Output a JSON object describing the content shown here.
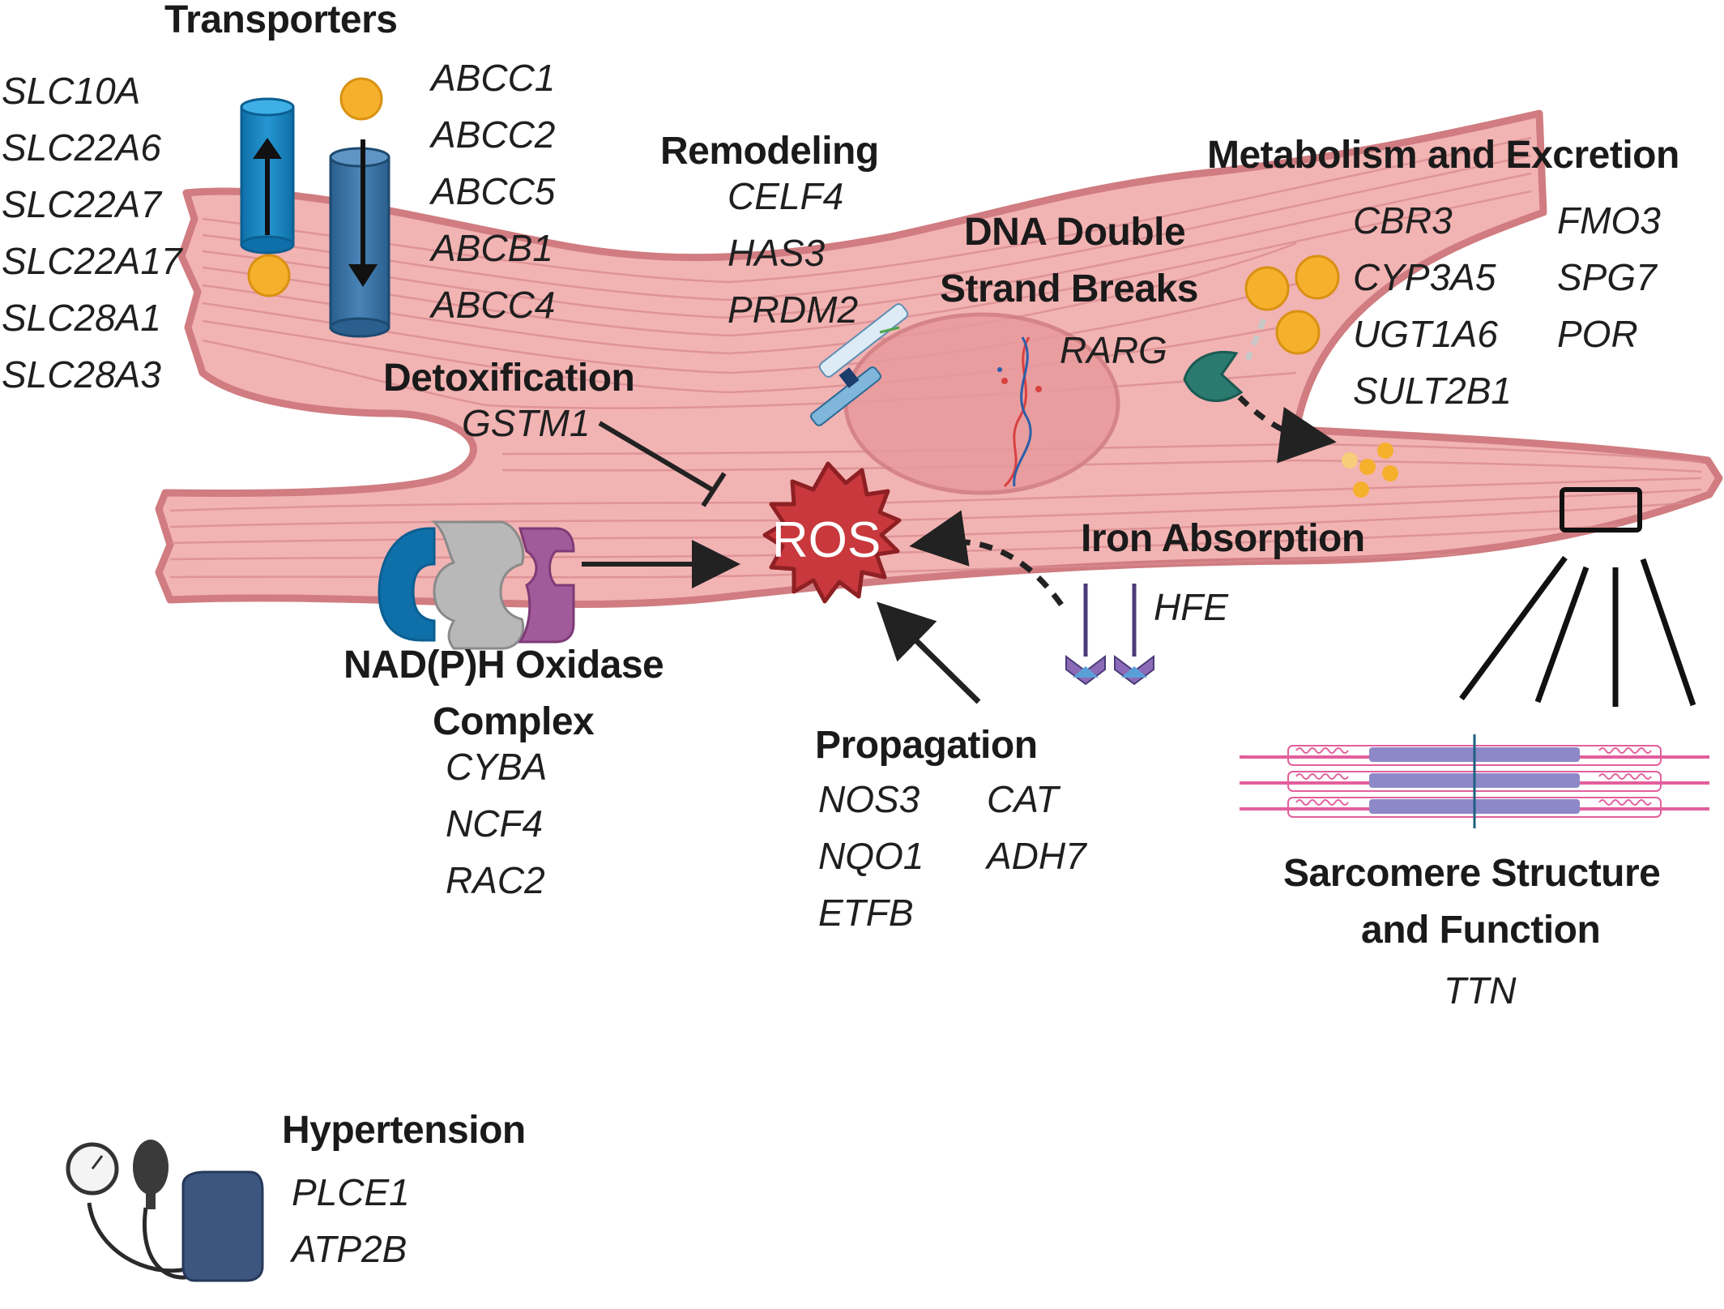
{
  "colors": {
    "cell_fill": "#f2b3b3",
    "cell_stroke": "#d07c80",
    "ros_fill": "#c8383c",
    "ros_stroke": "#8e2024",
    "ball": "#f5b02c",
    "arrow": "#222222"
  },
  "icons": {
    "transporters": "membrane-transporter-icon",
    "oxidase": "nadph-oxidase-complex-icon",
    "hfe": "hfe-receptor-icon",
    "sarcomere": "sarcomere-icon",
    "bp": "blood-pressure-cuff-icon"
  },
  "center": {
    "ros": "ROS"
  },
  "groups": {
    "transporters": {
      "title": "Transporters",
      "genes_left": [
        "SLC10A",
        "SLC22A6",
        "SLC22A7",
        "SLC22A17",
        "SLC28A1",
        "SLC28A3"
      ],
      "genes_right": [
        "ABCC1",
        "ABCC2",
        "ABCC5",
        "ABCB1",
        "ABCC4"
      ]
    },
    "remodeling": {
      "title": "Remodeling",
      "genes": [
        "CELF4",
        "HAS3",
        "PRDM2"
      ]
    },
    "dna": {
      "title_line1": "DNA Double",
      "title_line2": "Strand Breaks",
      "genes": [
        "RARG"
      ]
    },
    "metabolism": {
      "title": "Metabolism and Excretion",
      "genes_left": [
        "CBR3",
        "CYP3A5",
        "UGT1A6",
        "SULT2B1"
      ],
      "genes_right": [
        "FMO3",
        "SPG7",
        "POR"
      ]
    },
    "detox": {
      "title": "Detoxification",
      "genes": [
        "GSTM1"
      ]
    },
    "iron": {
      "title": "Iron Absorption",
      "genes": [
        "HFE"
      ]
    },
    "oxidase": {
      "title_line1": "NAD(P)H Oxidase",
      "title_line2": "Complex",
      "genes": [
        "CYBA",
        "NCF4",
        "RAC2"
      ]
    },
    "propagation": {
      "title": "Propagation",
      "genes_left": [
        "NOS3",
        "NQO1",
        "ETFB"
      ],
      "genes_right": [
        "CAT",
        "ADH7"
      ]
    },
    "sarcomere": {
      "title_line1": "Sarcomere Structure",
      "title_line2": "and Function",
      "genes": [
        "TTN"
      ]
    },
    "hypertension": {
      "title": "Hypertension",
      "genes": [
        "PLCE1",
        "ATP2B"
      ]
    }
  }
}
